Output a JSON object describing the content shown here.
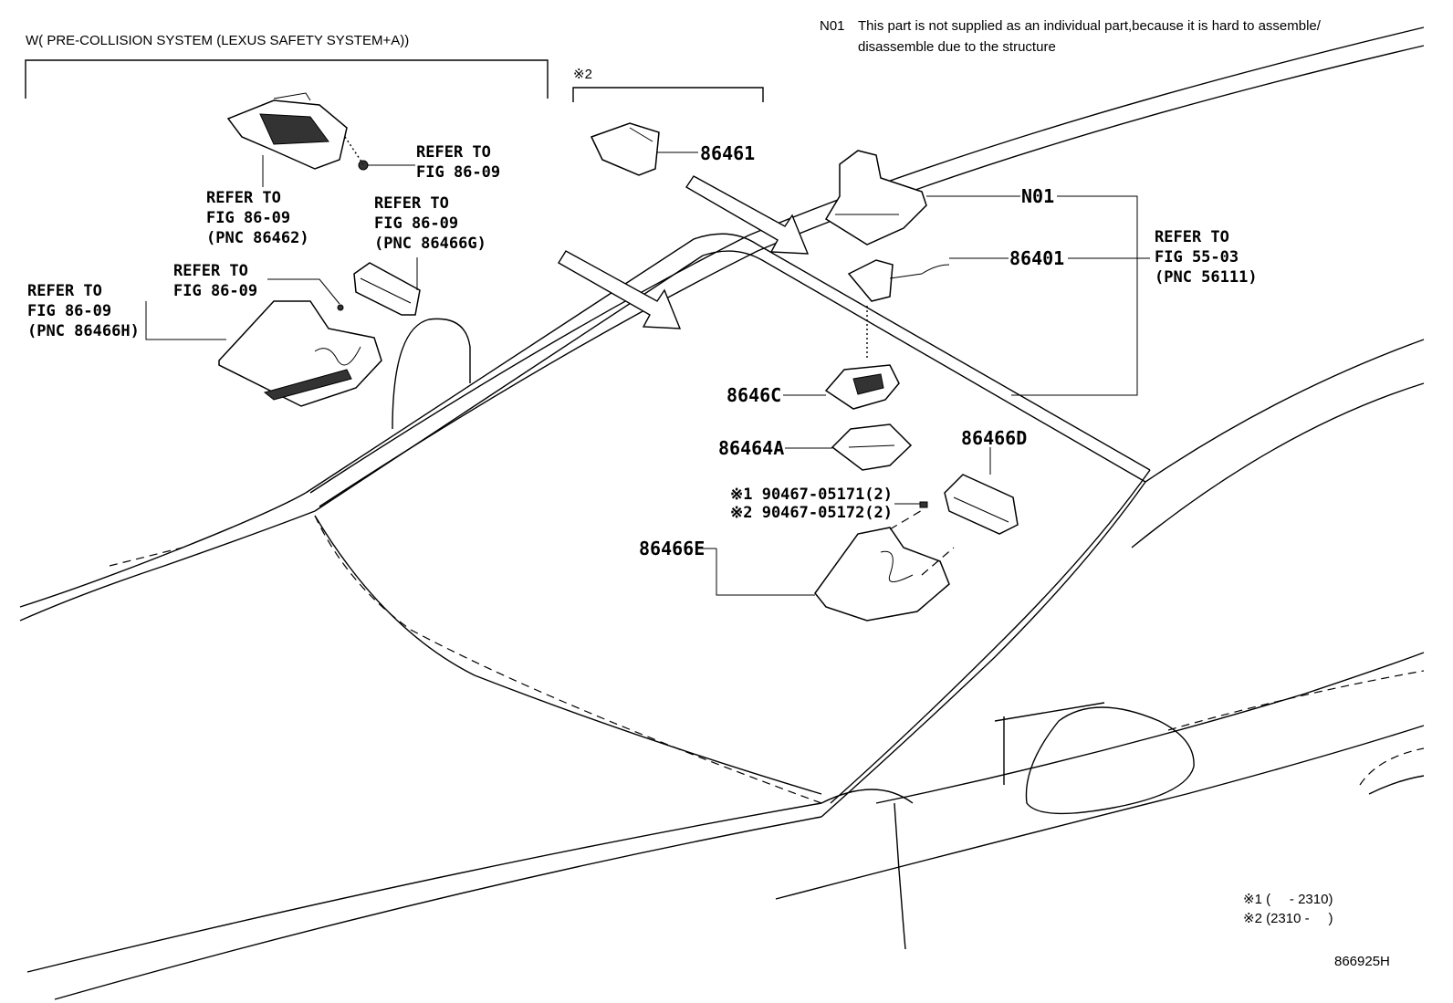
{
  "header": {
    "variant_title": "W( PRE-COLLISION SYSTEM (LEXUS SAFETY SYSTEM+A))",
    "note_code": "N01",
    "note_line1": "This part is not supplied as an individual part,because it is hard to assemble/",
    "note_line2": "disassemble due to the structure",
    "variant2_mark": "※2"
  },
  "references": {
    "ref_a": [
      "REFER TO",
      "FIG 86-09"
    ],
    "ref_b": [
      "REFER TO",
      "FIG 86-09",
      "(PNC 86462)"
    ],
    "ref_c": [
      "REFER TO",
      "FIG 86-09",
      "(PNC 86466G)"
    ],
    "ref_d": [
      "REFER TO",
      "FIG 86-09"
    ],
    "ref_e": [
      "REFER TO",
      "FIG 86-09",
      "(PNC 86466H)"
    ],
    "ref_f": [
      "REFER TO",
      "FIG 55-03",
      "(PNC 56111)"
    ]
  },
  "parts": {
    "p86461": "86461",
    "pN01": "N01",
    "p86401": "86401",
    "p8646C": "8646C",
    "p86464A": "86464A",
    "p86466D": "86466D",
    "p86466E": "86466E",
    "bolt1": "※1 90467-05171(2)",
    "bolt2": "※2 90467-05172(2)"
  },
  "legend": {
    "line1": "※1 (     - 2310)",
    "line2": "※2 (2310 -     )"
  },
  "figure_id": "866925H"
}
